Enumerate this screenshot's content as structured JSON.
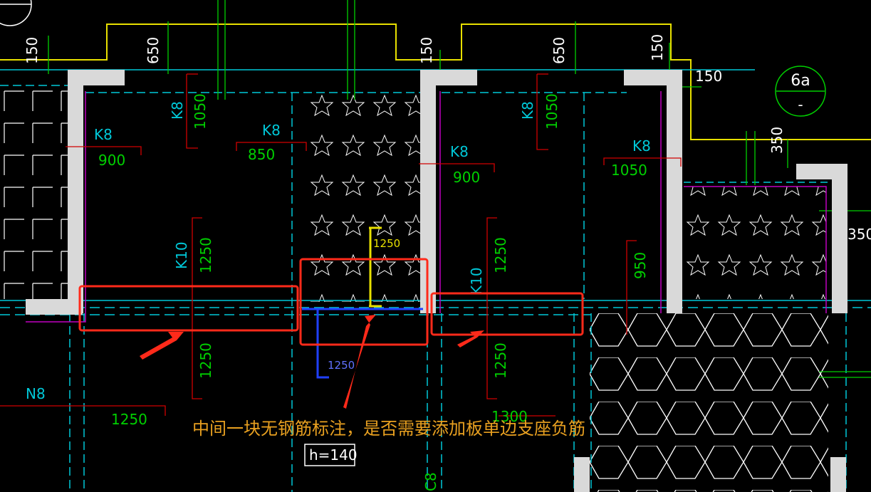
{
  "colors": {
    "background": "#000000",
    "wall": "#d9d9d9",
    "cyan": "#00c8d8",
    "yellow": "#e8e000",
    "green": "#00d000",
    "red": "#d00000",
    "magenta": "#c000c0",
    "blue": "#2040ff",
    "highlight": "#ff2a1a",
    "annotation": "#e8a020",
    "white": "#ffffff"
  },
  "top_dimensions": [
    "150",
    "650",
    "150",
    "650",
    "150",
    "150"
  ],
  "grid_axis_label": "6a",
  "labels": {
    "k8_a": "K8",
    "k8_a_len": "900",
    "k8_b": "K8",
    "k8_b_len": "1050",
    "k8_c": "K8",
    "k8_c_len": "850",
    "k8_d": "K8",
    "k8_d_len": "900",
    "k8_e": "K8",
    "k8_e_len": "1050",
    "k8_f": "K8",
    "k8_f_len": "1050",
    "k10_a": "K10",
    "k10_a_len": "1250",
    "k10_a_len_lower": "1250",
    "k10_b": "K10",
    "k10_b_len": "1250",
    "k10_b_len_lower": "1250",
    "len_950": "950",
    "n8": "N8",
    "n8_len": "1250",
    "dim_350_a": "350",
    "dim_350_b": "350",
    "yellow_dim": "1250",
    "blue_dim": "1250",
    "bottom_partial": "1300",
    "bottom_c8": "C8",
    "slab_thickness": "h=140"
  },
  "annotation_text": "中间一块无钢筋标注，是否需要添加板单边支座负筋"
}
